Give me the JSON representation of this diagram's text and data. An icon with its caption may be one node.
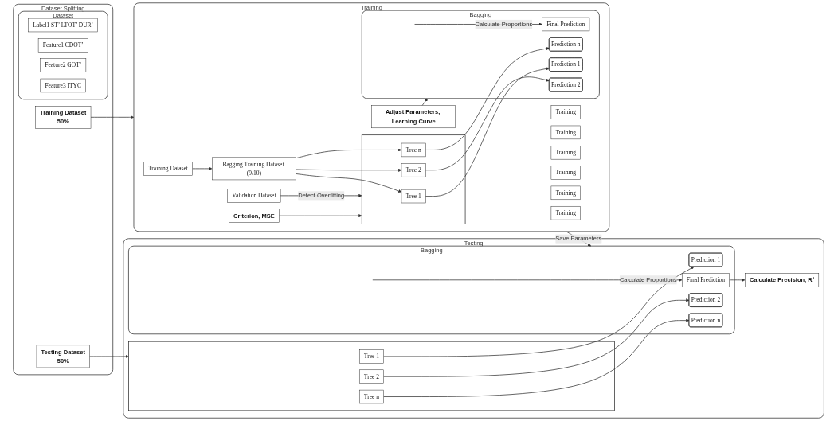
{
  "diagram": {
    "nodes": [
      {
        "text": [
          "Dataset Splitting"
        ]
      },
      {
        "text": [
          "Dataset"
        ],
        "in": 0
      },
      {
        "text": [
          "Label1 ST’ LTOT’ DUR’"
        ],
        "in": 1
      },
      {
        "text": [
          "Feature1 CDOT’"
        ],
        "in": 1
      },
      {
        "text": [
          "Feature2 GOT’"
        ],
        "in": 1
      },
      {
        "text": [
          "Feature3 ITYC"
        ],
        "in": 1
      },
      {
        "text": [
          "Training Dataset",
          "50%"
        ],
        "in": 0
      },
      {
        "text": [
          "Testing Dataset",
          "50%"
        ],
        "in": 0
      },
      {
        "text": [
          "Training"
        ]
      },
      {
        "text": [
          "Training"
        ],
        "in": 8
      },
      {
        "text": [
          "Training"
        ],
        "in": 8
      },
      {
        "text": [
          "Training"
        ],
        "in": 8
      },
      {
        "text": [
          "Training"
        ],
        "in": 8
      },
      {
        "text": [
          "Training"
        ],
        "in": 8
      },
      {
        "text": [
          "Training"
        ],
        "in": 8
      },
      {
        "text": [
          "Training Dataset"
        ],
        "in": 8
      },
      {
        "text": [
          "Bagging Training Dataset (9/10)"
        ],
        "in": 8
      },
      {
        "text": [
          "Validation Dataset"
        ],
        "in": 8
      },
      {
        "text": [],
        "shape": "box",
        "in": 8
      },
      {
        "text": [
          "Tree 1"
        ],
        "in": 18
      },
      {
        "text": [
          "Tree 2"
        ],
        "in": 18
      },
      {
        "text": [
          "Tree n"
        ],
        "in": 18
      },
      {
        "text": [
          "Bagging"
        ],
        "in": 8
      },
      {
        "text": [
          "Prediction 1"
        ],
        "in": 22
      },
      {
        "text": [
          "Prediction 2"
        ],
        "in": 22
      },
      {
        "text": [
          "Prediction n"
        ],
        "in": 22
      },
      {
        "text": [
          "Final Prediction"
        ],
        "in": 22
      },
      {
        "text": [
          "Criterion, MSE"
        ],
        "in": 8
      },
      {
        "text": [
          "Adjust Parameters, Learning Curve"
        ],
        "in": 8
      },
      {
        "text": [
          "Testing"
        ]
      },
      {
        "text": [],
        "shape": "box",
        "in": 29
      },
      {
        "text": [
          "Tree 1"
        ],
        "in": 30
      },
      {
        "text": [
          "Tree 2"
        ],
        "in": 30
      },
      {
        "text": [
          "Tree n"
        ],
        "in": 30
      },
      {
        "text": [
          "Bagging"
        ],
        "in": 29
      },
      {
        "text": [
          "Prediction 1"
        ],
        "in": 34
      },
      {
        "text": [
          "Prediction 2"
        ],
        "in": 34
      },
      {
        "text": [
          "Prediction n"
        ],
        "in": 34
      },
      {
        "text": [
          "Final Prediction"
        ],
        "in": 34
      },
      {
        "text": [
          "Calculate Precision, R²"
        ],
        "in": 29
      }
    ],
    "edges": [
      {
        "from": 6,
        "to": 8,
        "arrow": "to"
      },
      {
        "from": 7,
        "to": 30,
        "arrow": "to"
      },
      {
        "from": 15,
        "to": 16,
        "arrow": "to"
      },
      {
        "from": 16,
        "to": 19,
        "arrow": "to"
      },
      {
        "from": 16,
        "to": 20,
        "arrow": "to"
      },
      {
        "from": 16,
        "to": 21,
        "arrow": "to"
      },
      {
        "from": 17,
        "to": 18,
        "label": "Detect Overfitting",
        "arrow": "to"
      },
      {
        "from": 27,
        "to": 18,
        "arrow": "to"
      },
      {
        "from": 19,
        "to": 23,
        "arrow": "to"
      },
      {
        "from": 20,
        "to": 24,
        "arrow": "to"
      },
      {
        "from": 21,
        "to": 25,
        "arrow": "to"
      },
      {
        "from": null,
        "to": 26,
        "label": "Calculate Proportions",
        "arrow": "to"
      },
      {
        "from": 28,
        "to": 22,
        "arrow": "to"
      },
      {
        "from": 8,
        "to": 34,
        "label": "Save Parameters",
        "arrow": "to"
      },
      {
        "from": 31,
        "to": 35,
        "arrow": "to"
      },
      {
        "from": 32,
        "to": 36,
        "arrow": "to"
      },
      {
        "from": 33,
        "to": 37,
        "arrow": "to"
      },
      {
        "from": null,
        "to": 38,
        "label": "Calculate Proportions",
        "arrow": "to"
      },
      {
        "from": 38,
        "to": 39,
        "arrow": "to"
      }
    ]
  }
}
